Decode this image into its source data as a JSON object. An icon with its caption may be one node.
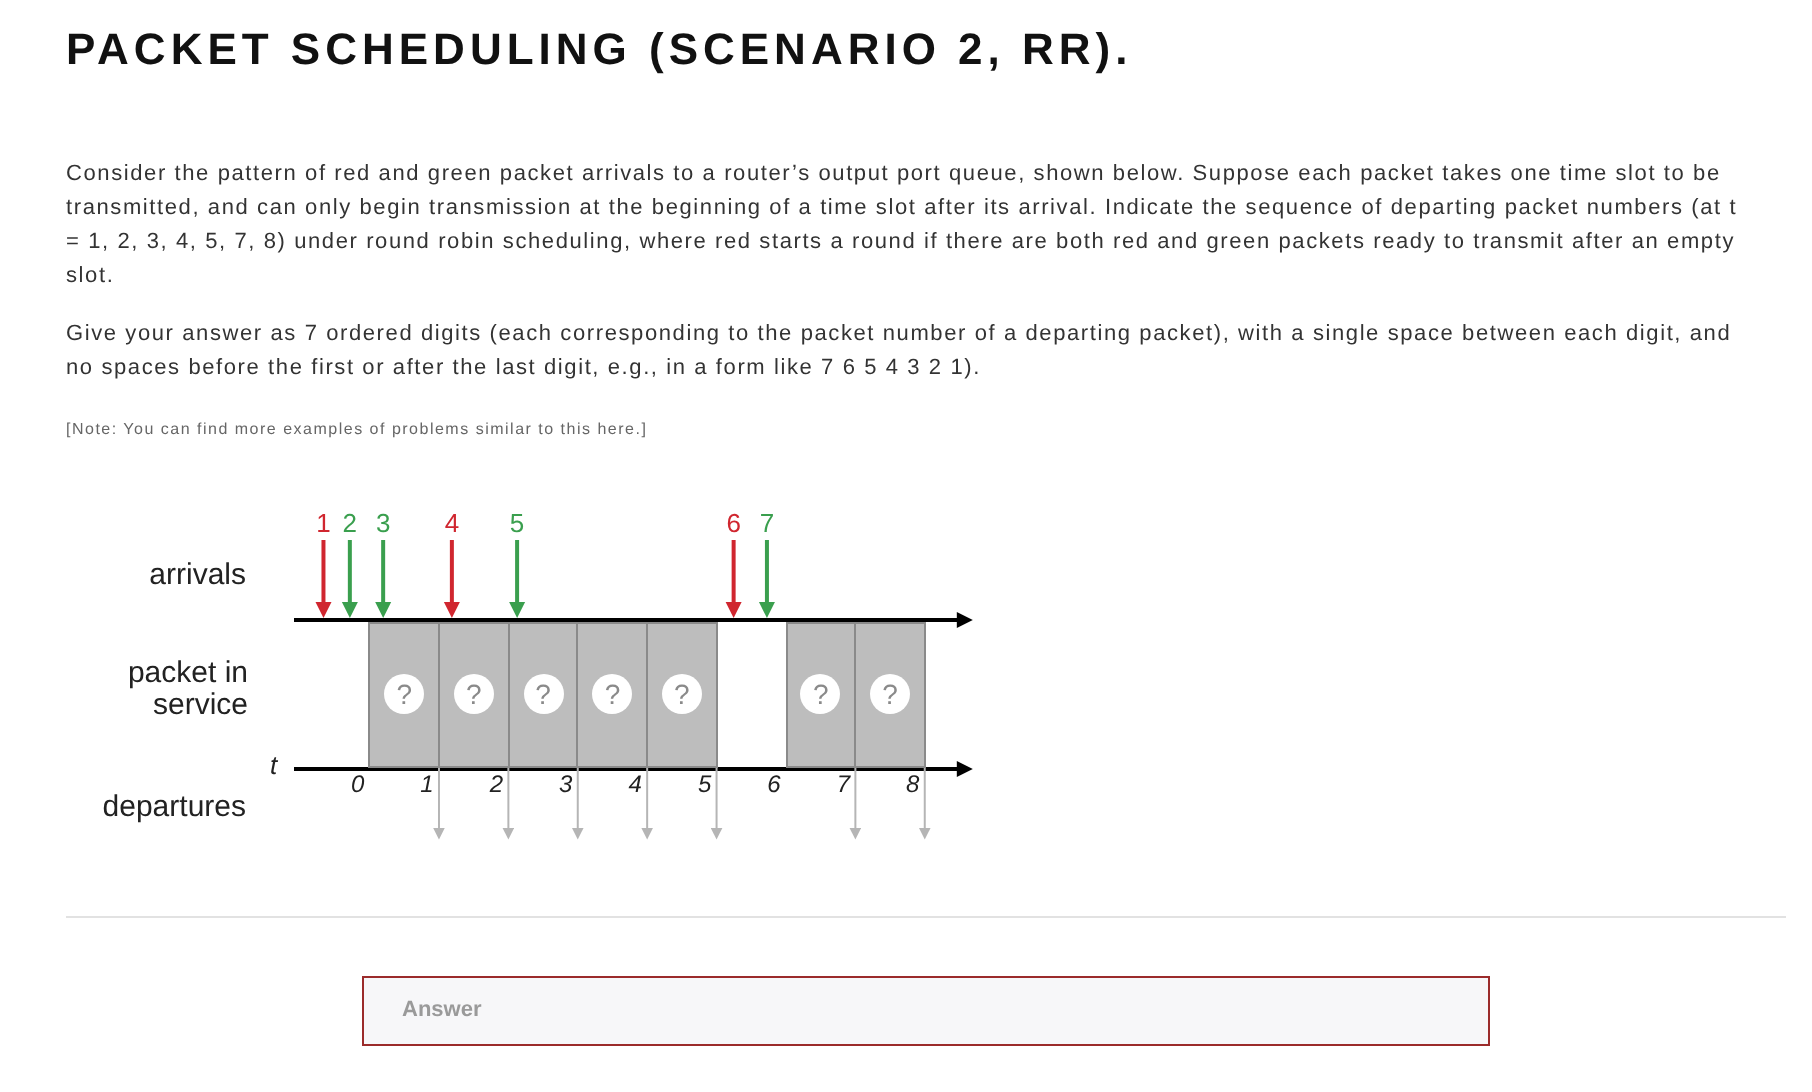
{
  "diagram": {
    "title": "PACKET SCHEDULING (SCENARIO 2, RR).",
    "nodes": [
      {
        "text": [
          "1"
        ]
      },
      {
        "text": [
          "2"
        ]
      },
      {
        "text": [
          "3"
        ]
      },
      {
        "text": [
          "4"
        ]
      },
      {
        "text": [
          "5"
        ]
      },
      {
        "text": [
          "6"
        ]
      },
      {
        "text": [
          "7"
        ]
      },
      {
        "text": [],
        "shape": "arrow"
      },
      {
        "text": [
          "?"
        ]
      },
      {
        "text": [
          "?"
        ]
      },
      {
        "text": [
          "?"
        ]
      },
      {
        "text": [
          "?"
        ]
      },
      {
        "text": [
          "?"
        ]
      },
      {
        "text": [
          "?"
        ]
      },
      {
        "text": [
          "?"
        ]
      }
    ],
    "edges": [
      {
        "from": 0,
        "to": 7,
        "arrow": "to",
        "color": "#d0262f"
      },
      {
        "from": 1,
        "to": 7,
        "arrow": "to",
        "color": "#3a9f4e"
      },
      {
        "from": 2,
        "to": 7,
        "arrow": "to",
        "color": "#3a9f4e"
      },
      {
        "from": 3,
        "to": 7,
        "arrow": "to",
        "color": "#d0262f"
      },
      {
        "from": 4,
        "to": 7,
        "arrow": "to",
        "color": "#3a9f4e"
      },
      {
        "from": 5,
        "to": 7,
        "arrow": "to",
        "color": "#d0262f"
      },
      {
        "from": 6,
        "to": 7,
        "arrow": "to",
        "color": "#3a9f4e"
      },
      {
        "from": 8,
        "to": null,
        "arrow": "to"
      },
      {
        "from": 9,
        "to": null,
        "arrow": "to"
      },
      {
        "from": 10,
        "to": null,
        "arrow": "to"
      },
      {
        "from": 11,
        "to": null,
        "arrow": "to"
      },
      {
        "from": 12,
        "to": null,
        "arrow": "to"
      },
      {
        "from": 13,
        "to": null,
        "arrow": "to"
      },
      {
        "from": 14,
        "to": null,
        "arrow": "to"
      }
    ],
    "labels": [
      "Consider the pattern of red and green packet arrivals to a router’s output port queue, shown below. Suppose each packet takes one time slot to be transmitted, and can only begin transmission at the beginning of a time slot after its arrival. Indicate the sequence of departing packet numbers (at t = 1, 2, 3, 4, 5, 7, 8) under round robin scheduling, where red starts a round if there are both red and green packets ready to transmit after an empty slot.",
      "Give your answer as 7 ordered digits (each corresponding to the packet number of a departing packet), with a single space between each digit, and no spaces before the first or after the last digit, e.g., in a form like 7 6 5 4 3 2 1).",
      "[Note: You can find more examples of problems similar to this here.]",
      "arrivals",
      "packet in service",
      "t",
      "0",
      "1",
      "2",
      "3",
      "4",
      "5",
      "6",
      "7",
      "8",
      "departures",
      "Answer"
    ]
  }
}
